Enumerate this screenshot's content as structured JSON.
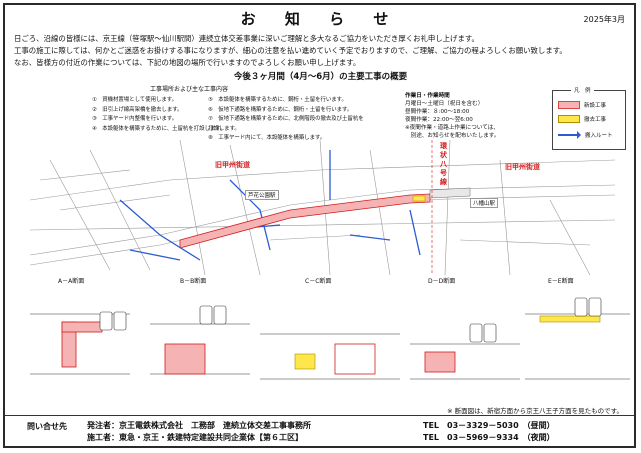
{
  "title": "お 知 ら せ",
  "date": "2025年3月",
  "intro": [
    "日ごろ、沿線の皆様には、京王線（笹塚駅～仙川駅間）連続立体交差事業に深いご理解と多大なるご協力をいただき厚くお礼申し上げます。",
    "工事の施工に際しては、何かとご迷惑をお掛けする事になりますが、細心の注意を払い進めていく予定でおりますので、ご理解、ご協力の程よろしくお願い致します。",
    "なお、皆様方の付近の作業については、下記の地図の場所で行いますのでよろしくお願い申し上げます。"
  ],
  "subtitle": "今後３ヶ月間（4月～6月）の主要工事の概要",
  "list_heading": "工事場所および主な工事内容",
  "works_left": [
    "①　資機材置場として使用します。",
    "②　旧引上げ線高架橋を撤去します。",
    "③　工事ヤード内整備を行います。",
    "④　本設躯体を構築するために、土留杭を打設します。"
  ],
  "works_right": [
    "⑤　本設躯体を構築するために、鋼桁・土留を行います。",
    "⑥　仮地下通路を構築するために、鋼桁・土留を行います。",
    "⑦　仮地下通路を構築するために、北側階段の撤去及び土留杭を打設します。",
    "⑧　工事ヤード内にて、本設躯体を構築します。"
  ],
  "worktime": {
    "heading": "作業日・作業時間",
    "lines": [
      "月曜日～土曜日（祝日を含む）",
      "昼間作業：８:00～18:00",
      "夜間作業：22:00～翌6:00",
      "※夜間作業・道路上作業については、",
      "　別途、お知らせを配布いたします。"
    ]
  },
  "legend": {
    "title": "凡　例",
    "new_work": "新設工事",
    "removal": "撤去工事",
    "route": "搬入ルート"
  },
  "map_labels": {
    "road1": "旧甲州街道",
    "road2": "環状八号線",
    "road3": "旧甲州街道",
    "station": "芦花公園駅",
    "station2": "八幡山駅"
  },
  "sections": [
    "A－A断面",
    "B－B断面",
    "C－C断面",
    "D－D断面",
    "E－E断面"
  ],
  "note": "※ 断面図は、新宿方面から京王八王子方面を見たものです。",
  "footer": {
    "inquiry": "問い合せ先",
    "orderer": "発注者：京王電鉄株式会社　工務部　連続立体交差工事事務所",
    "contractor": "施工者：東急・京王・鉄建特定建設共同企業体【第６工区】",
    "tel1": "TEL　03－3329－5030　（昼間）",
    "tel2": "TEL　03－5969－9334　（夜間）"
  },
  "colors": {
    "accent_red": "#d21b1b",
    "new": "#f6b3b3",
    "removal": "#ffe64a",
    "route": "#2b5cd1"
  }
}
